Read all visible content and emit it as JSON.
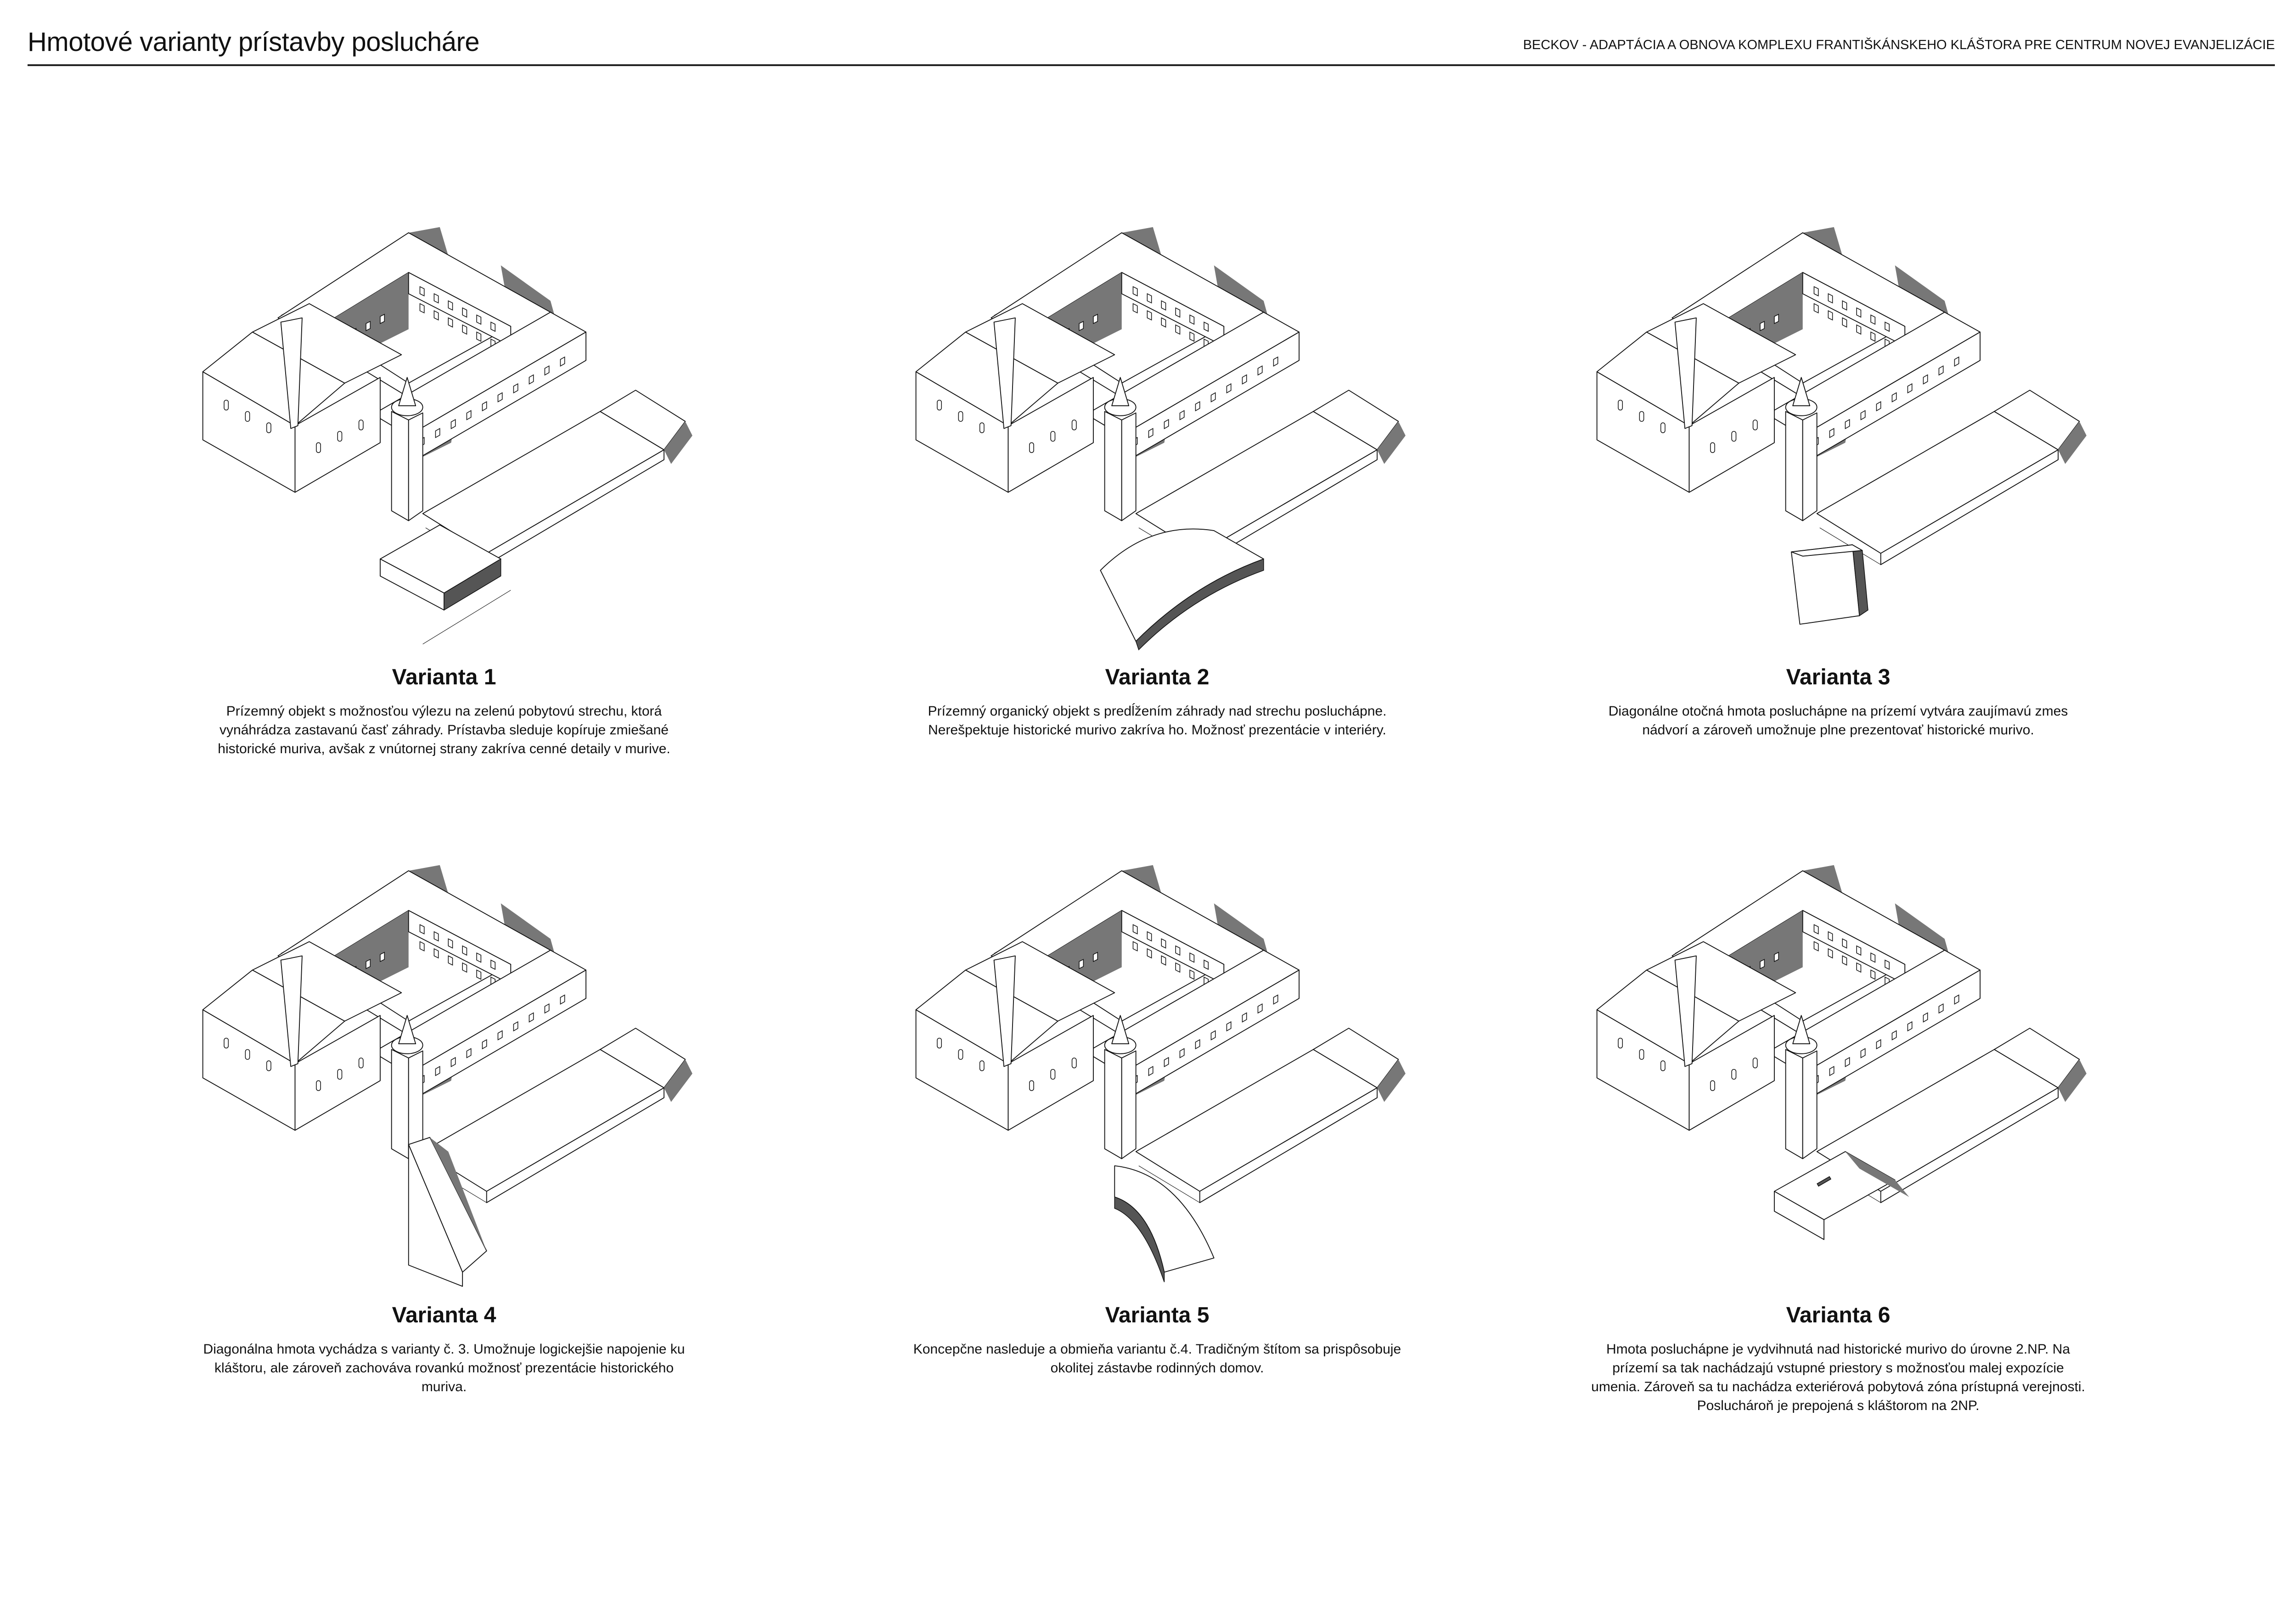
{
  "header": {
    "title": "Hmotové varianty prístavby poslucháre",
    "project": "BECKOV - ADAPTÁCIA A OBNOVA KOMPLEXU FRANTIŠKÁNSKEHO KLÁŠTORA PRE CENTRUM NOVEJ EVANJELIZÁCIE"
  },
  "variants": [
    {
      "heading": "Varianta 1",
      "description": "Prízemný objekt s možnosťou výlezu na zelenú pobytovú strechu, ktorá vynáhrádza zastavanú časť záhrady. Prístavba sleduje kopíruje zmiešané historické muriva, avšak z vnútornej strany zakríva cenné detaily v murive."
    },
    {
      "heading": "Varianta 2",
      "description": "Prízemný organický objekt s predĺžením záhrady nad strechu poslucháрne. Nerešpektuje historické murivo zakríva ho. Možnosť prezentácie v interiéry."
    },
    {
      "heading": "Varianta 3",
      "description": "Diagonálne otočná hmota poslucháрne na prízemí vytvára zaujímavú zmes nádvorí a zároveň umožnuje plne prezentovať historické murivo."
    },
    {
      "heading": "Varianta 4",
      "description": "Diagonálna hmota vychádza s varianty č. 3. Umožnuje logickejšie napojenie ku kláštoru, ale zároveň zachováva rovankú možnosť prezentácie historického muriva."
    },
    {
      "heading": "Varianta 5",
      "description": "Koncepčne nasleduje a obmieňa variantu č.4. Tradičným štítom sa prispôsobuje okolitej zástavbe rodinných domov."
    },
    {
      "heading": "Varianta 6",
      "description": "Hmota poslucháрne je vydvihnutá nad historické murivo do úrovne 2.NP. Na prízemí sa tak nachádzajú vstupné priestory s možnosťou malej expozície umenia. Zároveň sa tu nachádza exteriérová pobytová zóna prístupná verejnosti. Posluchároň je prepojená s kláštorom na 2NP."
    }
  ]
}
